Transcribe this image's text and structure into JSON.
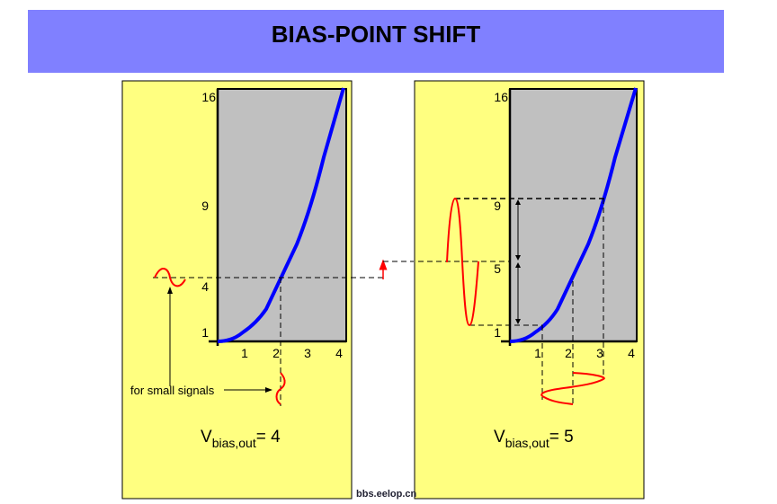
{
  "title": "BIAS-POINT SHIFT",
  "colors": {
    "banner": "#8080ff",
    "panel": "#ffff80",
    "plot": "#c0c0c0",
    "curve": "#0000ff",
    "signal": "#ff0000"
  },
  "left": {
    "y_ticks": [
      "16",
      "9",
      "4",
      "1"
    ],
    "x_ticks": [
      "1",
      "2",
      "3",
      "4"
    ],
    "note": "for small signals",
    "label_main": "V",
    "label_sub": "bias,out",
    "label_value": "= 4"
  },
  "right": {
    "y_ticks": [
      "16",
      "9",
      "5",
      "1"
    ],
    "x_ticks": [
      "1",
      "2",
      "3",
      "4"
    ],
    "label_main": "V",
    "label_sub": "bias,out",
    "label_value": "= 5"
  },
  "watermark": "bbs.eelop.cn"
}
